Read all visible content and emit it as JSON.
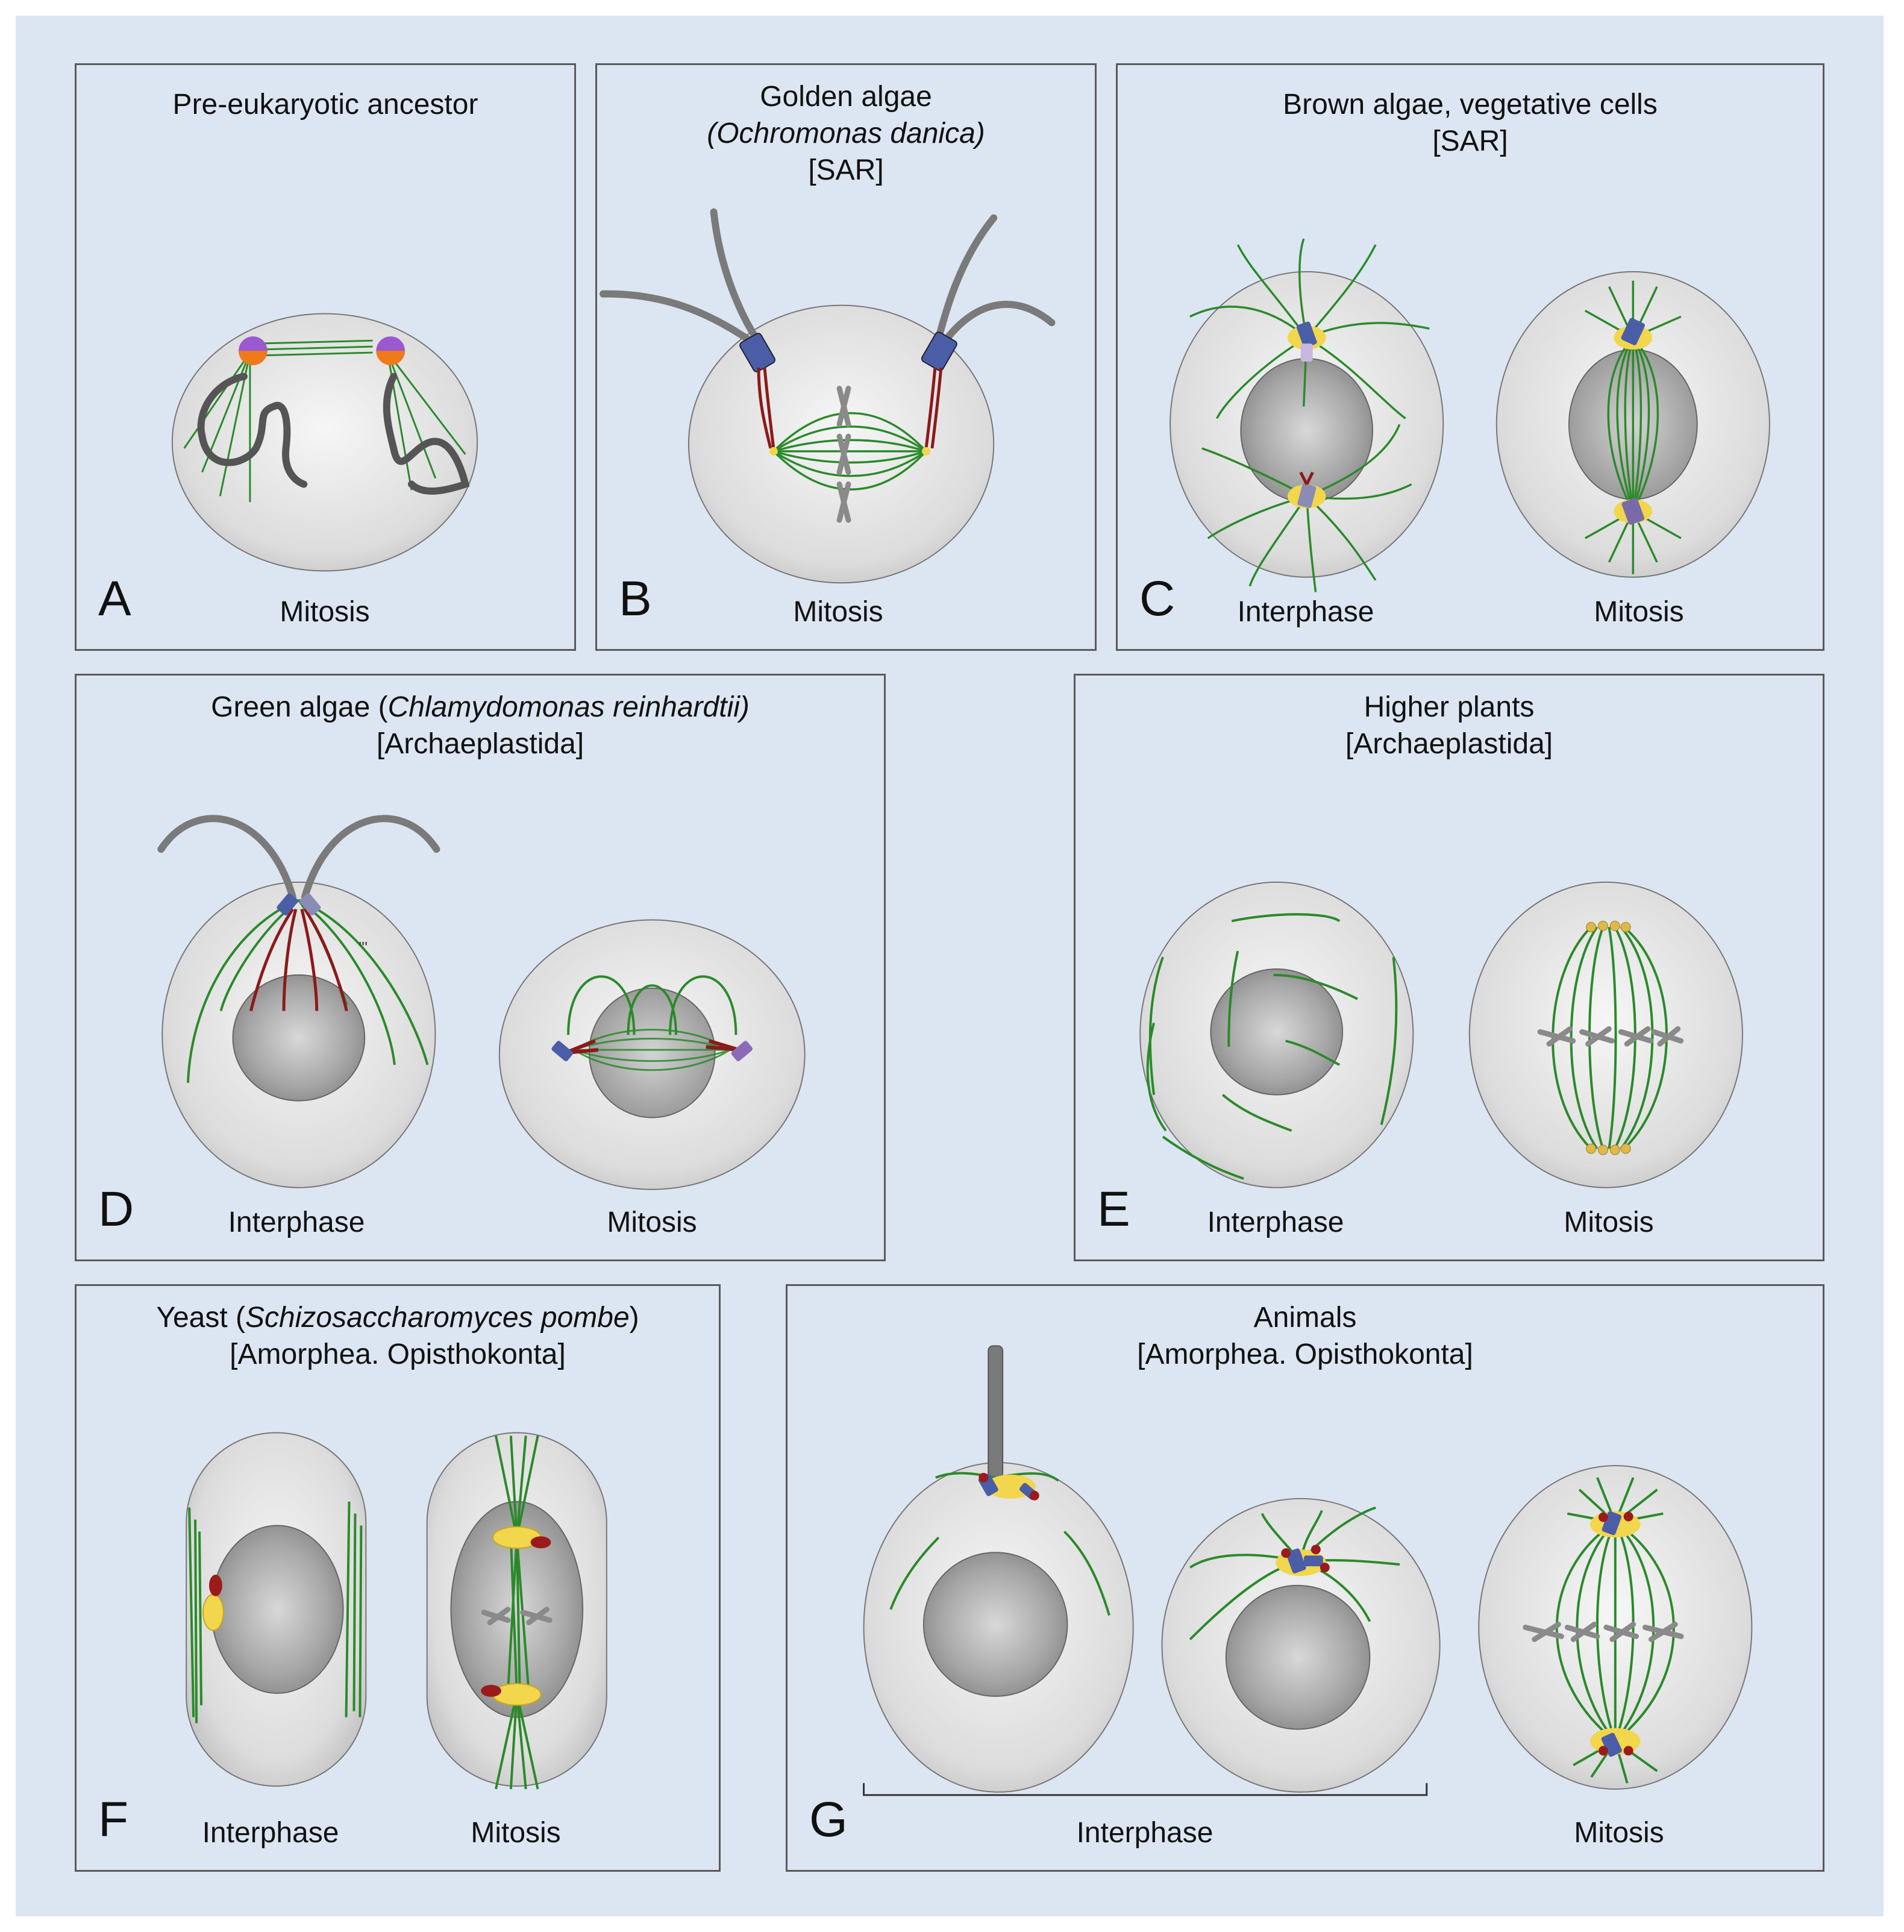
{
  "panels": {
    "A": {
      "letter": "A",
      "title": "Pre-eukaryotic ancestor",
      "captions": {
        "mitosis": "Mitosis"
      }
    },
    "B": {
      "letter": "B",
      "title_line1": "Golden algae",
      "title_line2": "(Ochromonas danica)",
      "title_line3": "[SAR]",
      "captions": {
        "mitosis": "Mitosis"
      }
    },
    "C": {
      "letter": "C",
      "title_line1": "Brown algae, vegetative cells",
      "title_line2": "[SAR]",
      "captions": {
        "interphase": "Interphase",
        "mitosis": "Mitosis"
      }
    },
    "D": {
      "letter": "D",
      "title_plain": "Green algae (",
      "title_italic": "Chlamydomonas reinhardtii)",
      "title_line2": "[Archaeplastida]",
      "captions": {
        "interphase": "Interphase",
        "mitosis": "Mitosis"
      }
    },
    "E": {
      "letter": "E",
      "title_line1": "Higher plants",
      "title_line2": "[Archaeplastida]",
      "captions": {
        "interphase": "Interphase",
        "mitosis": "Mitosis"
      }
    },
    "F": {
      "letter": "F",
      "title_plain": "Yeast (",
      "title_italic": "Schizosaccharomyces pombe",
      "title_end": ")",
      "title_line2": "[Amorphea. Opisthokonta]",
      "captions": {
        "interphase": "Interphase",
        "mitosis": "Mitosis"
      }
    },
    "G": {
      "letter": "G",
      "title_line1": "Animals",
      "title_line2": "[Amorphea. Opisthokonta]",
      "captions": {
        "interphase": "Interphase",
        "mitosis": "Mitosis"
      }
    }
  },
  "colors": {
    "background": "#dce6f2",
    "cell": "#e2e2e2",
    "nucleus": "#999999",
    "microtubule": "#1f8a1f",
    "flagellum": "#7a7a7a",
    "centrosome_matrix": "#f2d64b",
    "basal_body": "#4a5ea8",
    "rootlet": "#8b1a1a",
    "spb": "#9b1b1b",
    "membrane_purple": "#9b59d0",
    "membrane_orange": "#f07a1a"
  }
}
